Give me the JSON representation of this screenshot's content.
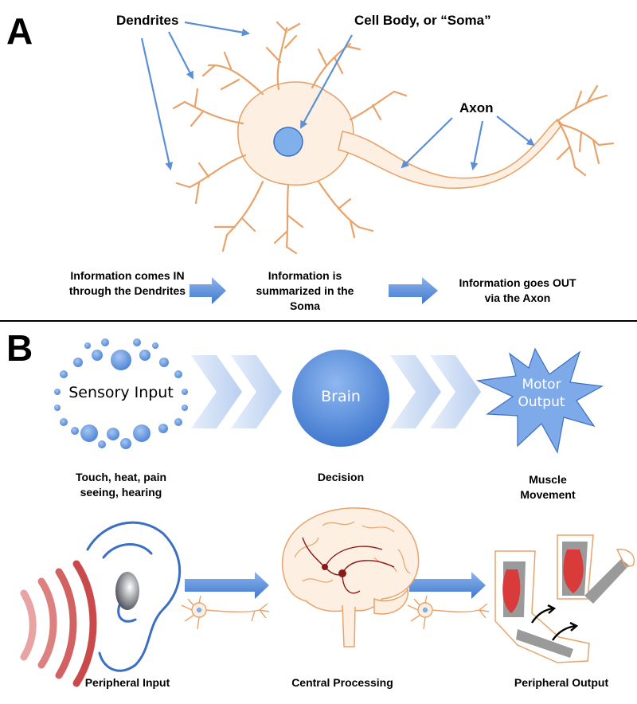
{
  "panel_a": {
    "letter": "A",
    "labels": {
      "dendrites": "Dendrites",
      "soma": "Cell Body, or “Soma”",
      "axon": "Axon"
    },
    "flow": [
      "Information comes IN through the Dendrites",
      "Information is summarized in the Soma",
      "Information goes OUT via the Axon"
    ]
  },
  "panel_b": {
    "letter": "B",
    "nodes": {
      "sensory": "Sensory Input",
      "brain": "Brain",
      "motor": "Motor Output"
    },
    "captions": {
      "sensory": "Touch, heat, pain seeing, hearing",
      "brain": "Decision",
      "motor": "Muscle Movement"
    },
    "bottom": {
      "left": "Peripheral Input",
      "center": "Central Processing",
      "right": "Peripheral Output"
    }
  },
  "colors": {
    "neuron_fill": "#fdf0e3",
    "neuron_stroke": "#e8a36a",
    "arrow_blue": "#5b8fd6",
    "node_blue": "#6a9be0",
    "chevron": "#c5d8f2",
    "ear_outline": "#3a6fc2",
    "sound_wave": "#d55b5b",
    "muscle": "#d93a3a"
  }
}
